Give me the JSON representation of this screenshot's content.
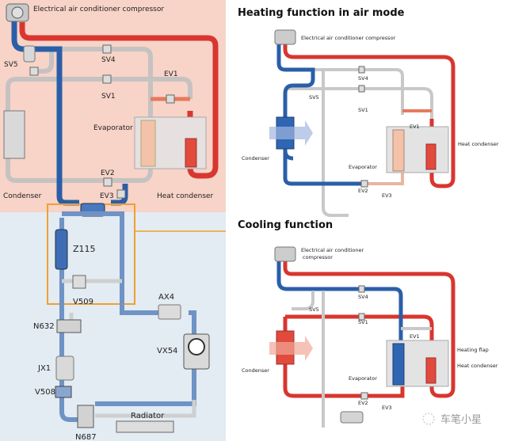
{
  "left_diagram": {
    "labels": {
      "compressor": "Electrical air conditioner compressor",
      "sv5": "SV5",
      "sv4": "SV4",
      "sv1": "SV1",
      "ev1": "EV1",
      "evaporator": "Evaporator",
      "condenser": "Condenser",
      "ev2": "EV2",
      "ev3": "EV3",
      "heat_condenser": "Heat condenser",
      "z115": "Z115",
      "v509": "V509",
      "ax4": "AX4",
      "n632": "N632",
      "vx54": "VX54",
      "jx1": "JX1",
      "v508": "V508",
      "radiator": "Radiator",
      "n687": "N687"
    }
  },
  "heating_diagram": {
    "title": "Heating function in air mode",
    "labels": {
      "compressor": "Electrical air conditioner compressor",
      "sv4": "SV4",
      "sv5": "SV5",
      "sv1": "SV1",
      "ev1": "EV1",
      "condenser": "Condenser",
      "heat_condenser": "Heat condenser",
      "evaporator": "Evaporator",
      "ev2": "EV2",
      "ev3": "EV3"
    }
  },
  "cooling_diagram": {
    "title": "Cooling function",
    "labels": {
      "compressor_line1": "Electrical air conditioner",
      "compressor_line2": "compressor",
      "sv4": "SV4",
      "sv5": "SV5",
      "sv1": "SV1",
      "ev1": "EV1",
      "heating_flap": "Heating flap",
      "heat_condenser": "Heat condenser",
      "condenser": "Condenser",
      "evaporator": "Evaporator",
      "ev2": "EV2",
      "ev3": "EV3"
    }
  },
  "watermark": "车笔小星",
  "colors": {
    "hot": "#d8362f",
    "cold": "#2a5fa8",
    "inactive": "#c8c8c8",
    "coolant": "#6f93c4",
    "refrigerant_bg": "#f7d5cb",
    "coolant_bg": "#e4ecf4",
    "highlight_box": "#f0a030"
  }
}
